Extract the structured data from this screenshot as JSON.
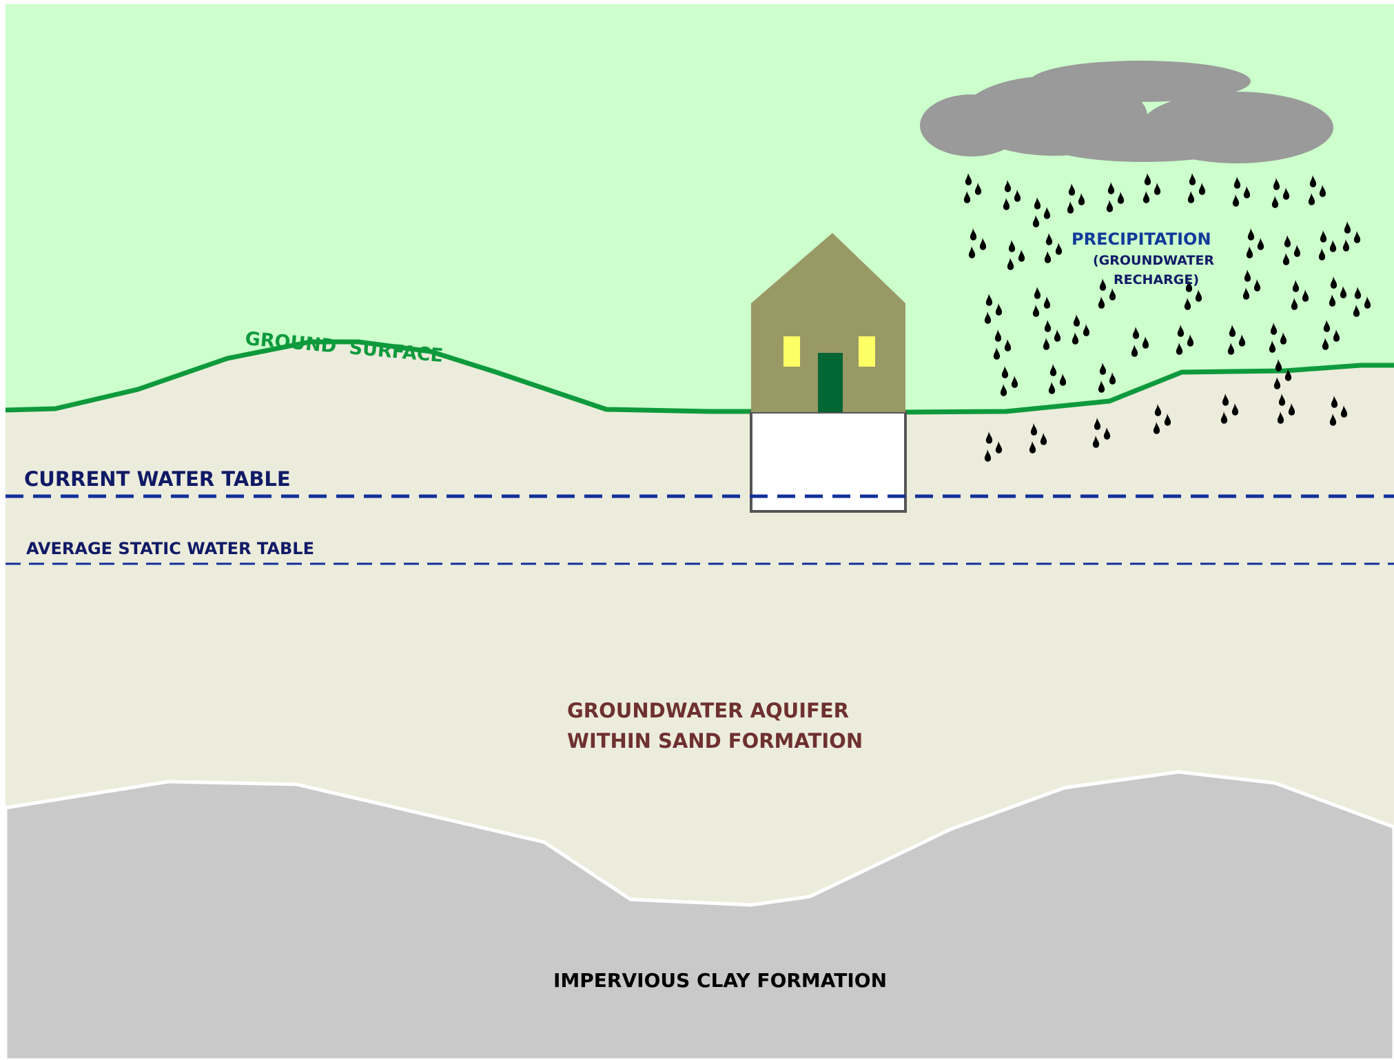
{
  "labels": {
    "ground_surface": "GROUND  SURFACE",
    "current_water_table": "CURRENT WATER TABLE",
    "average_static_water_table": "AVERAGE STATIC WATER TABLE",
    "precipitation": "PRECIPITATION",
    "precipitation_note_line1": "(GROUNDWATER",
    "precipitation_note_line2": "RECHARGE)",
    "aquifer_line1": "GROUNDWATER AQUIFER",
    "aquifer_line2": "WITHIN SAND FORMATION",
    "clay": "IMPERVIOUS CLAY FORMATION"
  },
  "colors": {
    "sky": "#ccffcc",
    "sand": "#ececdc",
    "clay": "#cccccc",
    "ground_line": "#0e9a3c",
    "water_table": "#10309a",
    "cloud": "#9a9a9a",
    "house_wall": "#999966",
    "door": "#006633",
    "window": "#ffff66",
    "raindrop": "#000000"
  },
  "icons": {
    "cloud": "cloud-icon",
    "house": "house-icon",
    "rain": "raindrop-icon"
  }
}
